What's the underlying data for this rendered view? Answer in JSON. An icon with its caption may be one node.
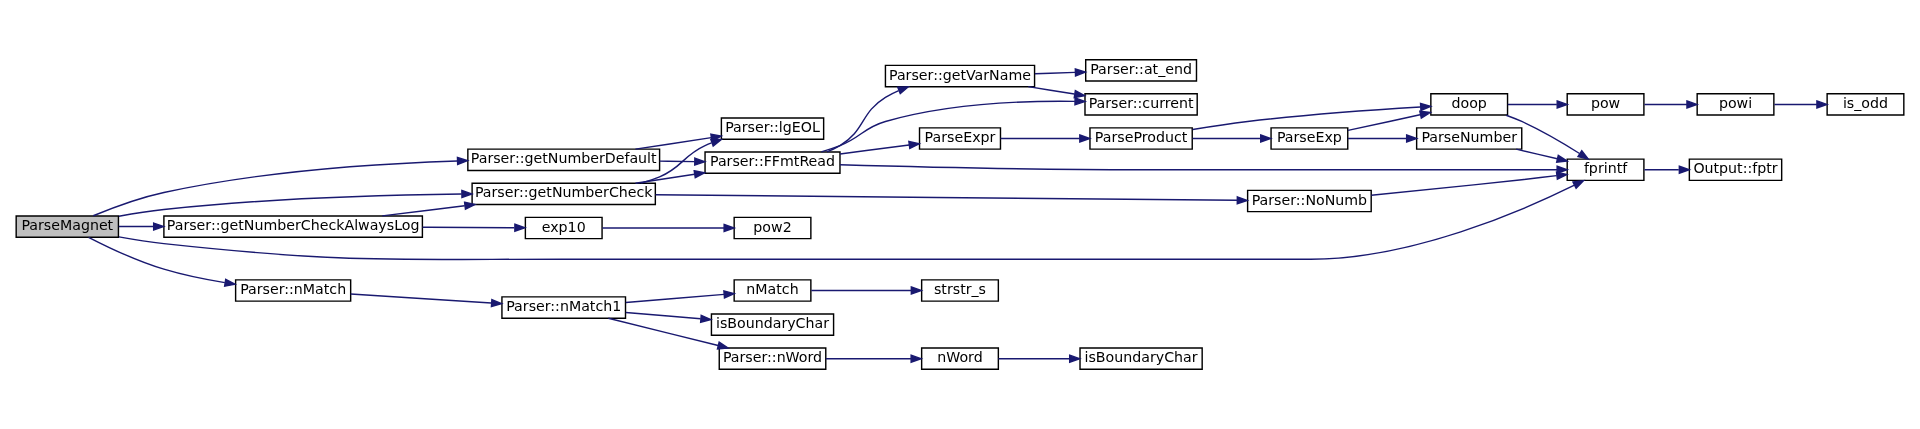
{
  "diagram": {
    "nodes": [
      {
        "text": [
          "ParseMagnet"
        ]
      },
      {
        "text": [
          "Parser::getNumberCheck"
        ]
      },
      {
        "text": [
          "Parser::getNumberDefault"
        ]
      },
      {
        "text": [
          "Parser::getNumberCheckAlwaysLog"
        ]
      },
      {
        "text": [
          "Parser::nMatch"
        ]
      },
      {
        "text": [
          "Parser::FFmtRead"
        ]
      },
      {
        "text": [
          "Parser::lgEOL"
        ]
      },
      {
        "text": [
          "exp10"
        ]
      },
      {
        "text": [
          "pow2"
        ]
      },
      {
        "text": [
          "Parser::nMatch1"
        ]
      },
      {
        "text": [
          "Parser::getVarName"
        ]
      },
      {
        "text": [
          "Parser::at_end"
        ]
      },
      {
        "text": [
          "Parser::current"
        ]
      },
      {
        "text": [
          "Parser::NoNumb"
        ]
      },
      {
        "text": [
          "ParseExpr"
        ]
      },
      {
        "text": [
          "ParseProduct"
        ]
      },
      {
        "text": [
          "ParseExp"
        ]
      },
      {
        "text": [
          "ParseNumber"
        ]
      },
      {
        "text": [
          "doop"
        ]
      },
      {
        "text": [
          "fprintf"
        ]
      },
      {
        "text": [
          "Output::fptr"
        ]
      },
      {
        "text": [
          "nMatch"
        ]
      },
      {
        "text": [
          "strstr_s"
        ]
      },
      {
        "text": [
          "isBoundaryChar"
        ]
      },
      {
        "text": [
          "Parser::nWord"
        ]
      },
      {
        "text": [
          "nWord"
        ]
      },
      {
        "text": [
          "isBoundaryChar"
        ]
      },
      {
        "text": [
          "pow"
        ]
      },
      {
        "text": [
          "powi"
        ]
      },
      {
        "text": [
          "is_odd"
        ]
      }
    ],
    "edges": [
      {
        "from": 0,
        "to": 19,
        "arrow": "to"
      },
      {
        "from": 0,
        "to": 1,
        "arrow": "to"
      },
      {
        "from": 0,
        "to": 2,
        "arrow": "to"
      },
      {
        "from": 0,
        "to": 3,
        "arrow": "to"
      },
      {
        "from": 0,
        "to": 4,
        "arrow": "to"
      },
      {
        "from": 1,
        "to": 13,
        "arrow": "to"
      },
      {
        "from": 1,
        "to": 5,
        "arrow": "to"
      },
      {
        "from": 1,
        "to": 6,
        "arrow": "to"
      },
      {
        "from": 2,
        "to": 5,
        "arrow": "to"
      },
      {
        "from": 2,
        "to": 6,
        "arrow": "to"
      },
      {
        "from": 3,
        "to": 1,
        "arrow": "to"
      },
      {
        "from": 3,
        "to": 7,
        "arrow": "to"
      },
      {
        "from": 7,
        "to": 8,
        "arrow": "to"
      },
      {
        "from": 4,
        "to": 9,
        "arrow": "to"
      },
      {
        "from": 9,
        "to": 21,
        "arrow": "to"
      },
      {
        "from": 9,
        "to": 23,
        "arrow": "to"
      },
      {
        "from": 9,
        "to": 24,
        "arrow": "to"
      },
      {
        "from": 21,
        "to": 22,
        "arrow": "to"
      },
      {
        "from": 24,
        "to": 25,
        "arrow": "to"
      },
      {
        "from": 25,
        "to": 26,
        "arrow": "to"
      },
      {
        "from": 5,
        "to": 10,
        "arrow": "to"
      },
      {
        "from": 5,
        "to": 12,
        "arrow": "to"
      },
      {
        "from": 5,
        "to": 19,
        "arrow": "to"
      },
      {
        "from": 5,
        "to": 14,
        "arrow": "to"
      },
      {
        "from": 10,
        "to": 11,
        "arrow": "to"
      },
      {
        "from": 10,
        "to": 12,
        "arrow": "to"
      },
      {
        "from": 13,
        "to": 19,
        "arrow": "to"
      },
      {
        "from": 14,
        "to": 15,
        "arrow": "to"
      },
      {
        "from": 15,
        "to": 16,
        "arrow": "to"
      },
      {
        "from": 15,
        "to": 18,
        "arrow": "to"
      },
      {
        "from": 16,
        "to": 17,
        "arrow": "to"
      },
      {
        "from": 16,
        "to": 18,
        "arrow": "to"
      },
      {
        "from": 17,
        "to": 19,
        "arrow": "to"
      },
      {
        "from": 18,
        "to": 19,
        "arrow": "to"
      },
      {
        "from": 18,
        "to": 27,
        "arrow": "to"
      },
      {
        "from": 27,
        "to": 28,
        "arrow": "to"
      },
      {
        "from": 28,
        "to": 29,
        "arrow": "to"
      },
      {
        "from": 19,
        "to": 20,
        "arrow": "to"
      }
    ]
  }
}
